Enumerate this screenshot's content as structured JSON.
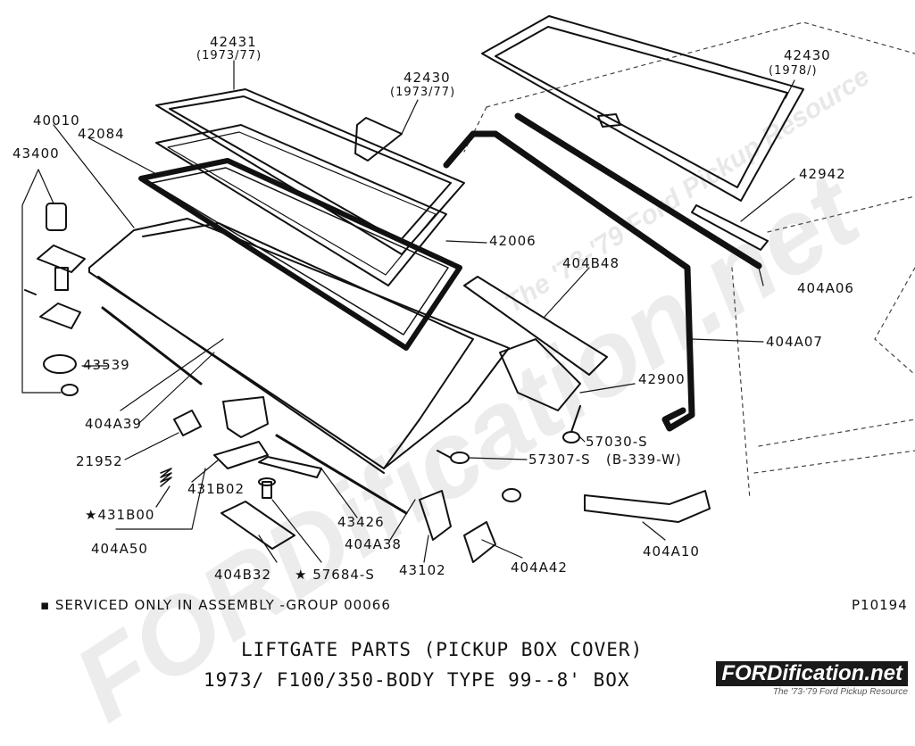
{
  "watermark": {
    "main": "FORDification.net",
    "tag": "The '73-'79 Ford Pickup Resource"
  },
  "parts": {
    "p42431": "42431",
    "p42431_years": "(1973/77)",
    "p42430_a": "42430",
    "p42430_a_years": "(1973/77)",
    "p42430_b": "42430",
    "p42430_b_years": "(1978/)",
    "p40010": "40010",
    "p42084": "42084",
    "p43400": "43400",
    "p42006": "42006",
    "p42942": "42942",
    "p404B48": "404B48",
    "p404A06": "404A06",
    "p404A07": "404A07",
    "p43539": "43539",
    "p42900": "42900",
    "p404A39": "404A39",
    "p21952": "21952",
    "p57030S": "57030-S",
    "p57307S": "57307-S",
    "pB339W": "(B-339-W)",
    "p431B02": "431B02",
    "p431B00": "★431B00",
    "p43426": "43426",
    "p404A50": "404A50",
    "p404A38": "404A38",
    "p404A10": "404A10",
    "p404A42": "404A42",
    "p43102": "43102",
    "p404B32": "404B32",
    "p57684S": "★ 57684-S"
  },
  "legend_note": "▪ SERVICED ONLY IN ASSEMBLY -GROUP 00066",
  "figure_id": "P10194",
  "title_line1": "LIFTGATE PARTS (PICKUP BOX COVER)",
  "title_line2": "1973/    F100/350-BODY TYPE 99--8' BOX",
  "logo": {
    "main": "FORDification.net",
    "sub": "The '73-'79 Ford Pickup Resource"
  }
}
